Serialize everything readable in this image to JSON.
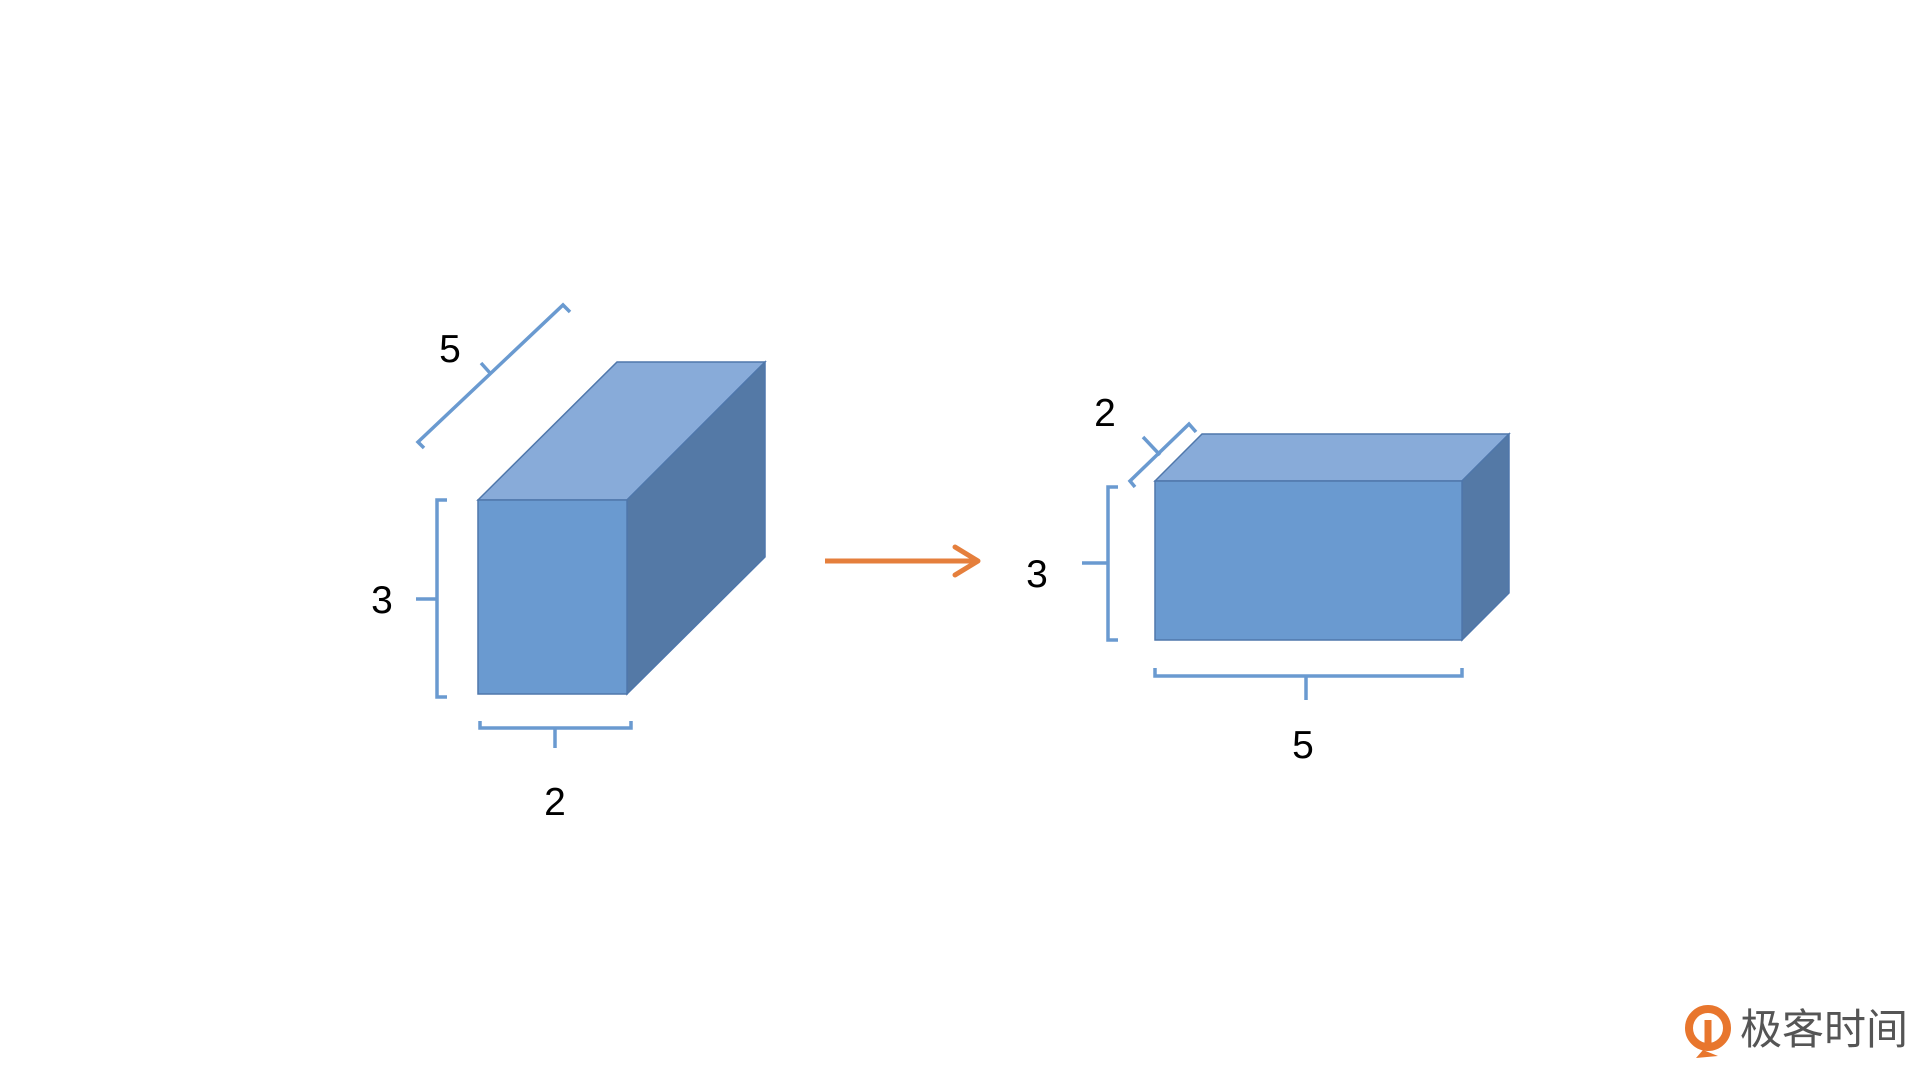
{
  "colors": {
    "box_front": "#6a9ad0",
    "box_top": "#88abd9",
    "box_side": "#5479a6",
    "box_edge": "#4f77ab",
    "bracket": "#6a9ad0",
    "arrow": "#e57f3c",
    "logo_icon": "#e8762d",
    "logo_text": "#555555"
  },
  "diagram": {
    "left_box": {
      "depth_label": "5",
      "height_label": "3",
      "width_label": "2"
    },
    "transform_arrow": "right-arrow",
    "right_box": {
      "depth_label": "2",
      "height_label": "3",
      "width_label": "5"
    }
  },
  "logo": {
    "icon": "geektime-logo-icon",
    "text": "极客时间"
  }
}
